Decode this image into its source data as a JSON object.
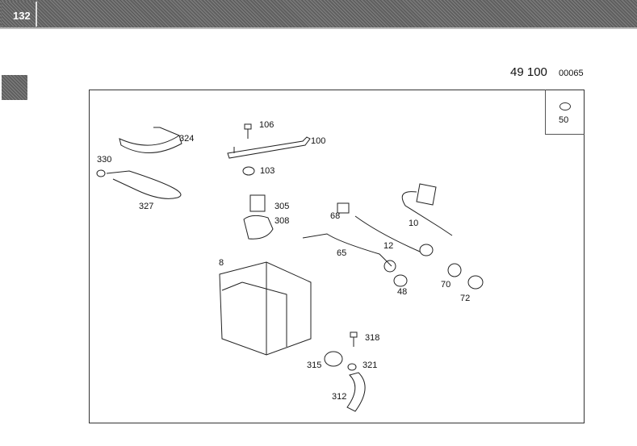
{
  "header": {
    "page_number": "132"
  },
  "reference": {
    "group": "49 100",
    "code": "00065"
  },
  "legend": {
    "number": "50",
    "icon": "nut-icon"
  },
  "parts": [
    {
      "num": "324"
    },
    {
      "num": "330"
    },
    {
      "num": "327"
    },
    {
      "num": "106"
    },
    {
      "num": "100"
    },
    {
      "num": "103"
    },
    {
      "num": "305"
    },
    {
      "num": "308"
    },
    {
      "num": "68"
    },
    {
      "num": "10"
    },
    {
      "num": "12"
    },
    {
      "num": "65"
    },
    {
      "num": "8"
    },
    {
      "num": "48"
    },
    {
      "num": "70"
    },
    {
      "num": "72"
    },
    {
      "num": "318"
    },
    {
      "num": "315"
    },
    {
      "num": "321"
    },
    {
      "num": "312"
    }
  ]
}
